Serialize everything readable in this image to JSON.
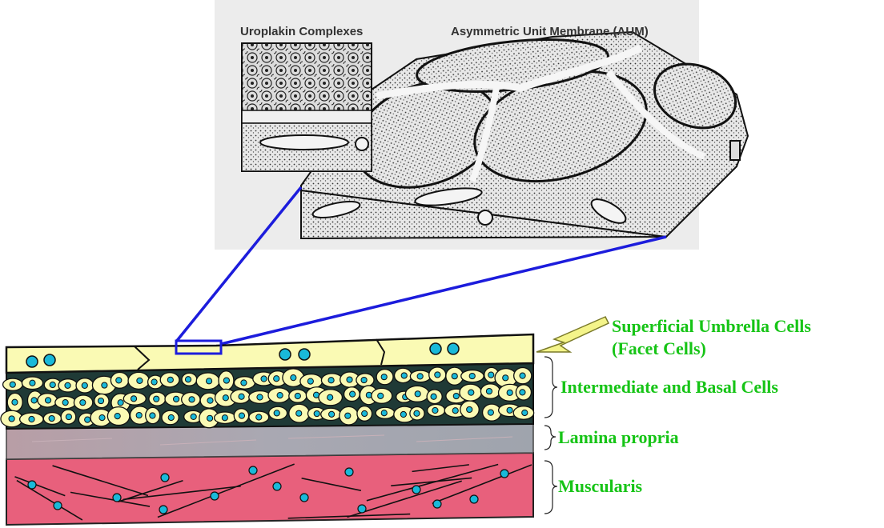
{
  "inset": {
    "label_left": "Uroplakin Complexes",
    "label_right": "Asymmetric Unit Membrane (AUM)"
  },
  "layers": {
    "umbrella_line1": "Superficial Umbrella Cells",
    "umbrella_line2": "(Facet Cells)",
    "intermediate": "Intermediate and Basal Cells",
    "lamina": "Lamina propria",
    "muscularis": "Muscularis"
  },
  "colors": {
    "label_green": "#16c416",
    "zoom_lines": "#1c1cdc",
    "arrow": "#f4f48a",
    "umbrella_fill": "#fafab4",
    "intermediate_bg": "#1f3a36",
    "cell_fill": "#fafab4",
    "nucleus": "#19b9d9",
    "lamina_fill": "#a8a4ae",
    "muscle_fill": "#e8607c"
  }
}
